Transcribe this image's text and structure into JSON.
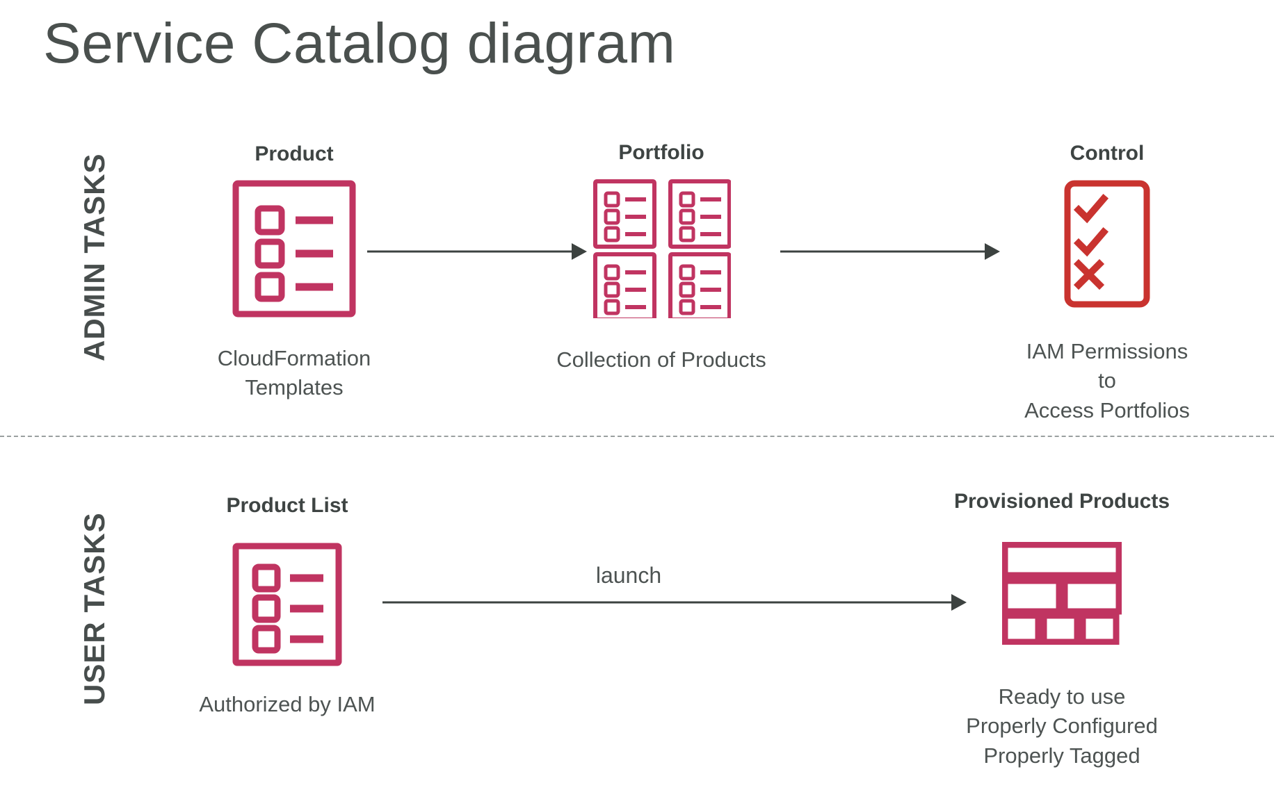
{
  "page": {
    "title": "Service Catalog diagram",
    "background": "#ffffff",
    "colors": {
      "title_text": "#4a504e",
      "heading_text": "#3e4443",
      "caption_text": "#4d5352",
      "band_label_text": "#474d4c",
      "icon_crimson": "#c03461",
      "icon_red": "#c9332f",
      "arrow": "#3c4240",
      "divider": "#9aa0a0"
    }
  },
  "bands": [
    {
      "id": "admin",
      "label": "ADMIN TASKS"
    },
    {
      "id": "user",
      "label": "USER TASKS"
    }
  ],
  "admin_row": {
    "nodes": [
      {
        "id": "product",
        "title": "Product",
        "caption": "CloudFormation\nTemplates",
        "icon": "document-checklist-icon",
        "icon_color": "#c03461"
      },
      {
        "id": "portfolio",
        "title": "Portfolio",
        "caption": "Collection of Products",
        "icon": "four-documents-grid-icon",
        "icon_color": "#c03461"
      },
      {
        "id": "control",
        "title": "Control",
        "caption": "IAM Permissions to\nAccess Portfolios",
        "icon": "checklist-approval-icon",
        "icon_color": "#c9332f"
      }
    ],
    "arrows": [
      {
        "id": "product-to-portfolio",
        "label": ""
      },
      {
        "id": "portfolio-to-control",
        "label": ""
      }
    ]
  },
  "user_row": {
    "nodes": [
      {
        "id": "product-list",
        "title": "Product List",
        "caption": "Authorized by IAM",
        "icon": "document-checklist-icon",
        "icon_color": "#c03461"
      },
      {
        "id": "provisioned-products",
        "title": "Provisioned Products",
        "caption": "Ready to use\nProperly Configured\nProperly Tagged",
        "icon": "layout-blocks-icon",
        "icon_color": "#c03461"
      }
    ],
    "arrows": [
      {
        "id": "launch-arrow",
        "label": "launch"
      }
    ]
  },
  "divider": {
    "style": "dashed"
  }
}
